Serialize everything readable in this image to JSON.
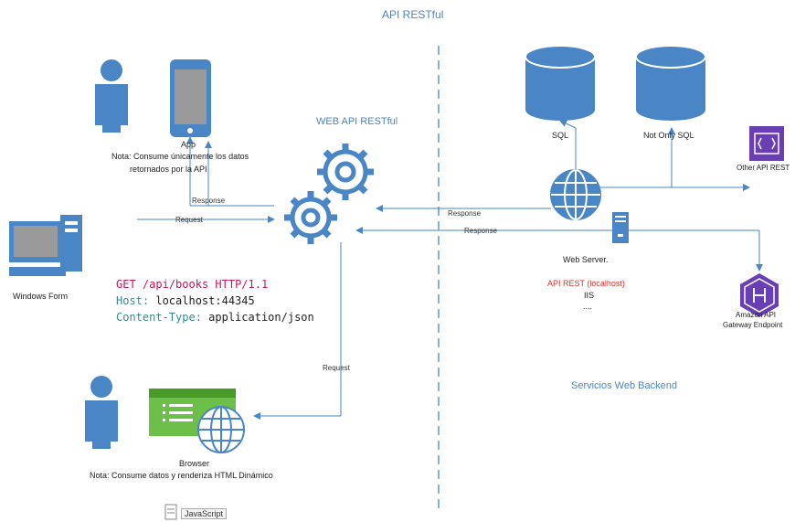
{
  "header": {
    "title": "API RESTful"
  },
  "center": {
    "web_api_label": "WEB API RESTful"
  },
  "app": {
    "label": "App",
    "note_line1": "Nota: Consume únicamente los datos",
    "note_line2": "retornados por la API"
  },
  "windows_form": {
    "label": "Windows Form"
  },
  "browser": {
    "label": "Browser",
    "note": "Nota: Consume datos y renderiza HTML Dinámico"
  },
  "javascript": {
    "label": "JavaScript"
  },
  "http_request": {
    "line1_method": "GET",
    "line1_path": "/api/books",
    "line1_proto": "HTTP/1.1",
    "line2_key": "Host:",
    "line2_val": "localhost:44345",
    "line3_key": "Content-Type:",
    "line3_val": "application/json"
  },
  "arrows": {
    "response": "Response",
    "request": "Request"
  },
  "databases": {
    "sql": "SQL",
    "nosql": "Not Only SQL"
  },
  "other_api": {
    "label": "Other API REST"
  },
  "web_server": {
    "label": "Web Server.",
    "api_line": "API REST (localhost)",
    "iis": "IIS",
    "dots": "...."
  },
  "amazon": {
    "line1": "Amazon API",
    "line2": "Gateway Endpoint"
  },
  "backend": {
    "label": "Servicios Web Backend"
  },
  "colors": {
    "accent": "#4a86c5",
    "purple": "#6a3fb5",
    "green": "#5cb85c",
    "red": "#e0302b"
  }
}
